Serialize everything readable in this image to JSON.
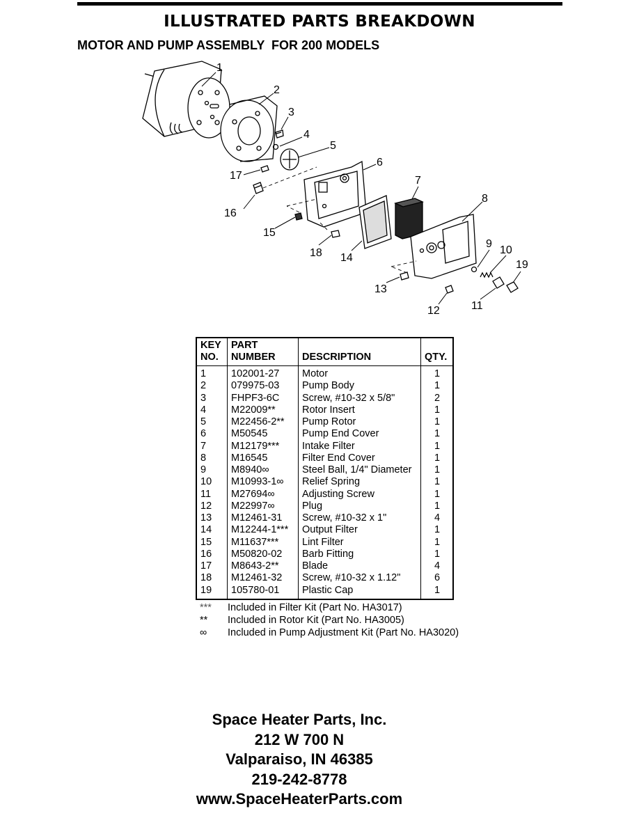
{
  "page": {
    "title": "ILLUSTRATED PARTS BREAKDOWN",
    "subtitle": "MOTOR AND PUMP ASSEMBLY  FOR 200 MODELS"
  },
  "diagram_labels": [
    "1",
    "2",
    "3",
    "4",
    "5",
    "6",
    "7",
    "8",
    "9",
    "10",
    "11",
    "12",
    "13",
    "14",
    "15",
    "16",
    "17",
    "18",
    "19"
  ],
  "table": {
    "headers": {
      "key": "KEY\nNO.",
      "part": "PART\nNUMBER",
      "description": "DESCRIPTION",
      "qty": "QTY."
    },
    "rows": [
      {
        "key": "1",
        "part": "102001-27",
        "description": "Motor",
        "qty": "1"
      },
      {
        "key": "2",
        "part": "079975-03",
        "description": "Pump Body",
        "qty": "1"
      },
      {
        "key": "3",
        "part": "FHPF3-6C",
        "description": "Screw, #10-32 x 5/8\"",
        "qty": "2"
      },
      {
        "key": "4",
        "part": "M22009**",
        "description": "Rotor Insert",
        "qty": "1"
      },
      {
        "key": "5",
        "part": "M22456-2**",
        "description": "Pump Rotor",
        "qty": "1"
      },
      {
        "key": "6",
        "part": "M50545",
        "description": "Pump End Cover",
        "qty": "1"
      },
      {
        "key": "7",
        "part": "M12179***",
        "description": "Intake Filter",
        "qty": "1"
      },
      {
        "key": "8",
        "part": "M16545",
        "description": "Filter End Cover",
        "qty": "1"
      },
      {
        "key": "9",
        "part": "M8940∞",
        "description": "Steel Ball, 1/4\" Diameter",
        "qty": "1"
      },
      {
        "key": "10",
        "part": "M10993-1∞",
        "description": "Relief Spring",
        "qty": "1"
      },
      {
        "key": "11",
        "part": "M27694∞",
        "description": "Adjusting Screw",
        "qty": "1"
      },
      {
        "key": "12",
        "part": "M22997∞",
        "description": "Plug",
        "qty": "1"
      },
      {
        "key": "13",
        "part": "M12461-31",
        "description": "Screw, #10-32 x 1\"",
        "qty": "4"
      },
      {
        "key": "14",
        "part": "M12244-1***",
        "description": "Output Filter",
        "qty": "1"
      },
      {
        "key": "15",
        "part": "M11637***",
        "description": "Lint Filter",
        "qty": "1"
      },
      {
        "key": "16",
        "part": "M50820-02",
        "description": "Barb Fitting",
        "qty": "1"
      },
      {
        "key": "17",
        "part": "M8643-2**",
        "description": "Blade",
        "qty": "4"
      },
      {
        "key": "18",
        "part": "M12461-32",
        "description": "Screw, #10-32 x 1.12\"",
        "qty": "6"
      },
      {
        "key": "19",
        "part": "105780-01",
        "description": "Plastic Cap",
        "qty": "1"
      }
    ]
  },
  "notes": [
    {
      "symbol": "***",
      "text": "Included in Filter Kit (Part No. HA3017)"
    },
    {
      "symbol": "**",
      "text": "Included in Rotor Kit (Part No. HA3005)"
    },
    {
      "symbol": "∞",
      "text": "Included in Pump Adjustment Kit (Part No. HA3020)"
    }
  ],
  "contact": {
    "company": "Space Heater Parts, Inc.",
    "street": "212 W 700 N",
    "city": "Valparaiso, IN 46385",
    "phone": "219-242-8778",
    "website": "www.SpaceHeaterParts.com"
  }
}
